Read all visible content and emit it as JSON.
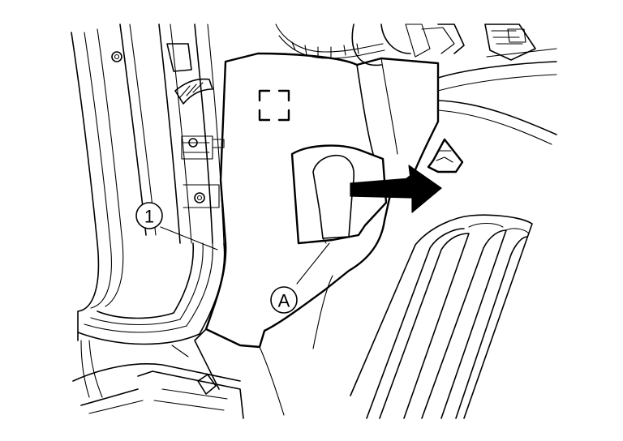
{
  "figure": {
    "callouts": [
      {
        "id": "part-1",
        "label": "1"
      },
      {
        "id": "part-a",
        "label": "A"
      }
    ],
    "arrow_direction": "right",
    "symbols": [
      "clip-symbol",
      "pawl-symbol"
    ]
  }
}
